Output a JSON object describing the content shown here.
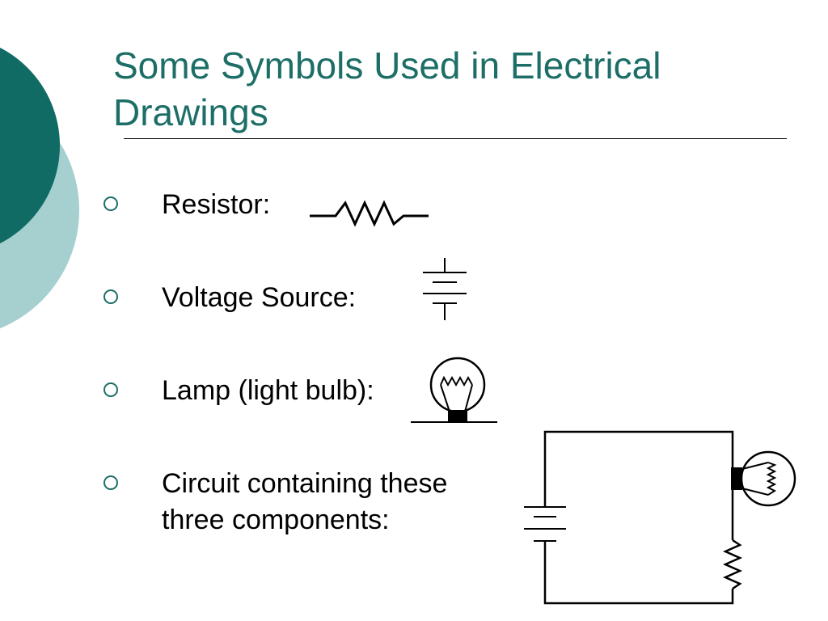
{
  "slide": {
    "title": "Some Symbols Used in Electrical Drawings",
    "bullets": [
      {
        "text": "Resistor:",
        "symbol": "resistor-icon"
      },
      {
        "text": "Voltage Source:",
        "symbol": "battery-icon"
      },
      {
        "text": "Lamp (light bulb):",
        "symbol": "lamp-icon"
      },
      {
        "text": "Circuit containing these three components:",
        "symbol": "circuit-diagram"
      }
    ]
  },
  "theme": {
    "title_color": "#1c6e67",
    "bullet_color": "#1c6e67",
    "deco_dark": "#0f6b63",
    "deco_light": "#a6d0cf"
  }
}
